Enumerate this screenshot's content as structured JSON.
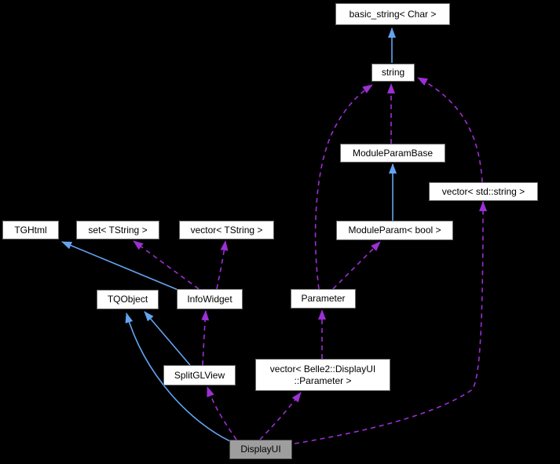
{
  "diagram": {
    "type": "collaboration-graph",
    "focused_class": "DisplayUI",
    "colors": {
      "background": "#000000",
      "inheritance_edge": "#63a4f1",
      "usage_edge": "#9d2fd4",
      "node_fill": "#ffffff",
      "node_border": "#666666",
      "focus_node_fill": "#9e9e9e",
      "focus_node_border": "#4a4a4a",
      "label_color": "#000000"
    },
    "nodes": {
      "basic_string": {
        "label": "basic_string< Char >"
      },
      "string": {
        "label": "string"
      },
      "module_param_base": {
        "label": "ModuleParamBase"
      },
      "vector_std_string": {
        "label": "vector< std::string >"
      },
      "module_param_bool": {
        "label": "ModuleParam< bool >"
      },
      "tghtml": {
        "label": "TGHtml"
      },
      "set_tstring": {
        "label": "set< TString >"
      },
      "vector_tstring": {
        "label": "vector< TString >"
      },
      "tqobject": {
        "label": "TQObject"
      },
      "info_widget": {
        "label": "InfoWidget"
      },
      "parameter": {
        "label": "Parameter"
      },
      "split_gl_view": {
        "label": "SplitGLView"
      },
      "vector_belle2_parameter": {
        "lines": [
          "vector< Belle2::DisplayUI",
          "::Parameter >"
        ]
      },
      "display_ui": {
        "label": "DisplayUI"
      }
    },
    "edges": [
      {
        "from": "string",
        "to": "basic_string< Char >",
        "type": "inheritance"
      },
      {
        "from": "ModuleParam< bool >",
        "to": "ModuleParamBase",
        "type": "inheritance"
      },
      {
        "from": "InfoWidget",
        "to": "TGHtml",
        "type": "inheritance"
      },
      {
        "from": "SplitGLView",
        "to": "TQObject",
        "type": "inheritance"
      },
      {
        "from": "DisplayUI",
        "to": "TQObject",
        "type": "inheritance"
      },
      {
        "from": "ModuleParamBase",
        "to": "string",
        "type": "usage"
      },
      {
        "from": "Parameter",
        "to": "string",
        "type": "usage"
      },
      {
        "from": "vector< std::string >",
        "to": "string",
        "type": "usage"
      },
      {
        "from": "Parameter",
        "to": "ModuleParam< bool >",
        "type": "usage"
      },
      {
        "from": "InfoWidget",
        "to": "set< TString >",
        "type": "usage"
      },
      {
        "from": "InfoWidget",
        "to": "vector< TString >",
        "type": "usage"
      },
      {
        "from": "SplitGLView",
        "to": "InfoWidget",
        "type": "usage"
      },
      {
        "from": "vector< Belle2::DisplayUI::Parameter >",
        "to": "Parameter",
        "type": "usage"
      },
      {
        "from": "DisplayUI",
        "to": "SplitGLView",
        "type": "usage"
      },
      {
        "from": "DisplayUI",
        "to": "vector< Belle2::DisplayUI::Parameter >",
        "type": "usage"
      },
      {
        "from": "DisplayUI",
        "to": "vector< std::string >",
        "type": "usage"
      }
    ]
  }
}
